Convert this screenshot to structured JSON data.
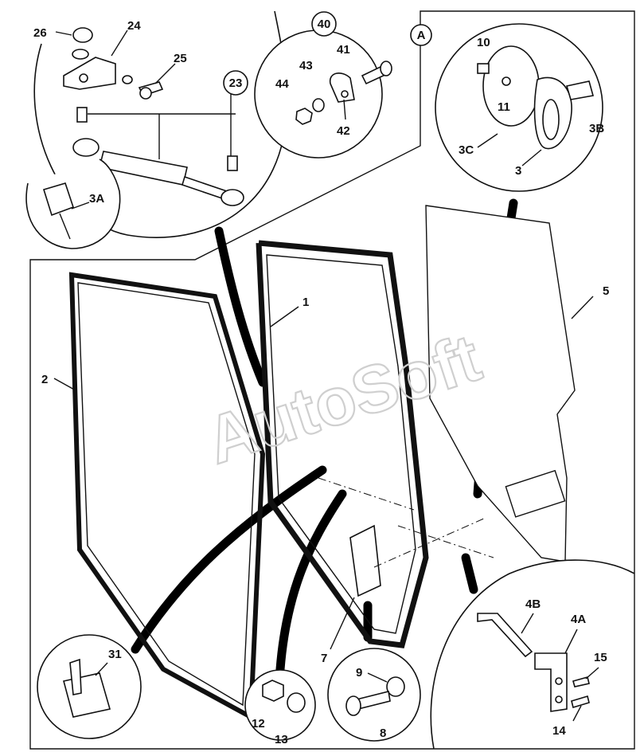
{
  "watermark": "AutoSoft",
  "callouts": {
    "c1": "1",
    "c2": "2",
    "c3": "3",
    "c3A": "3A",
    "c3B": "3B",
    "c3C": "3C",
    "c4A": "4A",
    "c4B": "4B",
    "c5": "5",
    "c7": "7",
    "c8": "8",
    "c9": "9",
    "c10": "10",
    "c11": "11",
    "c12": "12",
    "c13": "13",
    "c14": "14",
    "c15": "15",
    "c23": "23",
    "c24": "24",
    "c25": "25",
    "c26": "26",
    "c31": "31",
    "c40": "40",
    "c41": "41",
    "c42": "42",
    "c43": "43",
    "c44": "44",
    "cA": "A"
  }
}
